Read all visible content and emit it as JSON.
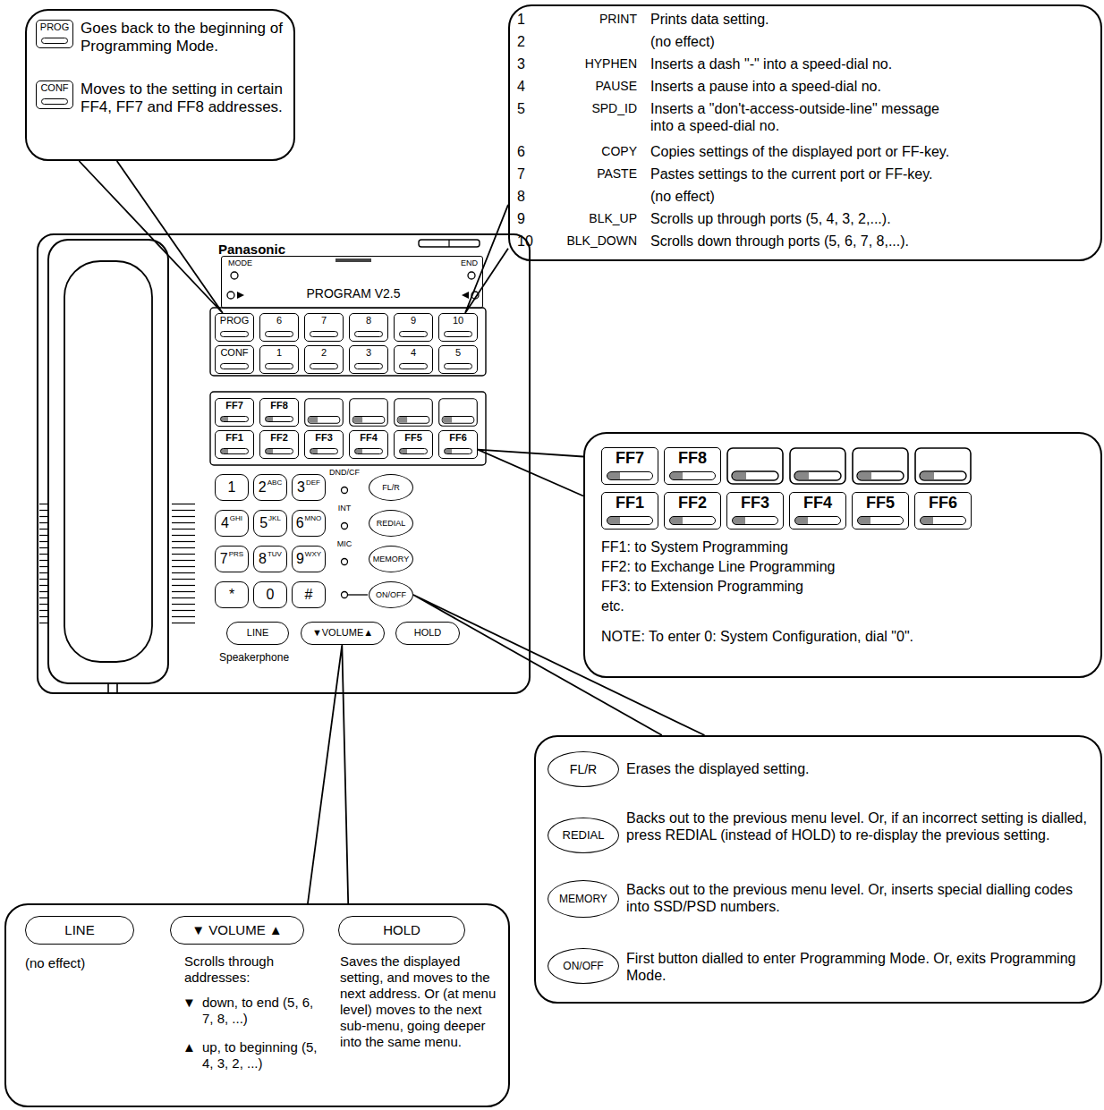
{
  "diagram": {
    "nodes": [
      {
        "text": [
          "Goes back to the beginning of Programming Mode.",
          "Moves to the setting in certain FF4, FF7 and FF8 addresses."
        ]
      },
      {
        "text": [
          "PROG"
        ],
        "in": 0
      },
      {
        "text": [
          "CONF"
        ],
        "in": 0
      },
      {
        "text": [
          "1",
          "PRINT",
          "Prints data setting.",
          "2",
          "(no effect)",
          "3",
          "HYPHEN",
          "Inserts a dash \"-\" into a speed-dial no.",
          "4",
          "PAUSE",
          "Inserts a pause into a speed-dial no.",
          "5",
          "SPD_ID",
          "Inserts a \"don't-access-outside-line\" message into a speed-dial no.",
          "6",
          "COPY",
          "Copies settings of the displayed port or FF-key.",
          "7",
          "PASTE",
          "Pastes settings to the current port or FF-key.",
          "8",
          "(no effect)",
          "9",
          "BLK_UP",
          "Scrolls up through ports (5, 4, 3, 2,...).",
          "10",
          "BLK_DOWN",
          "Scrolls down through ports (5, 6, 7, 8,...)."
        ]
      },
      {
        "text": [
          "Panasonic",
          "DND/CF",
          "INT",
          "MIC",
          "Speakerphone"
        ]
      },
      {
        "text": [
          "MODE",
          "END",
          "PROGRAM V2.5"
        ],
        "in": 4
      },
      {
        "text": [
          "PROG"
        ],
        "in": 4
      },
      {
        "text": [
          "6"
        ],
        "in": 4
      },
      {
        "text": [
          "7"
        ],
        "in": 4
      },
      {
        "text": [
          "8"
        ],
        "in": 4
      },
      {
        "text": [
          "9"
        ],
        "in": 4
      },
      {
        "text": [
          "10"
        ],
        "in": 4
      },
      {
        "text": [
          "CONF"
        ],
        "in": 4
      },
      {
        "text": [
          "1"
        ],
        "in": 4
      },
      {
        "text": [
          "2"
        ],
        "in": 4
      },
      {
        "text": [
          "3"
        ],
        "in": 4
      },
      {
        "text": [
          "4"
        ],
        "in": 4
      },
      {
        "text": [
          "5"
        ],
        "in": 4
      },
      {
        "text": [
          "FF7"
        ],
        "in": 4
      },
      {
        "text": [
          "FF8"
        ],
        "in": 4
      },
      {
        "text": [
          "FF1"
        ],
        "in": 4
      },
      {
        "text": [
          "FF2"
        ],
        "in": 4
      },
      {
        "text": [
          "FF3"
        ],
        "in": 4
      },
      {
        "text": [
          "FF4"
        ],
        "in": 4
      },
      {
        "text": [
          "FF5"
        ],
        "in": 4
      },
      {
        "text": [
          "FF6"
        ],
        "in": 4
      },
      {
        "text": [
          "1"
        ],
        "in": 4
      },
      {
        "text": [
          "2",
          "ABC"
        ],
        "in": 4
      },
      {
        "text": [
          "3",
          "DEF"
        ],
        "in": 4
      },
      {
        "text": [
          "FL/R"
        ],
        "in": 4
      },
      {
        "text": [
          "4",
          "GHI"
        ],
        "in": 4
      },
      {
        "text": [
          "5",
          "JKL"
        ],
        "in": 4
      },
      {
        "text": [
          "6",
          "MNO"
        ],
        "in": 4
      },
      {
        "text": [
          "REDIAL"
        ],
        "in": 4
      },
      {
        "text": [
          "7",
          "PRS"
        ],
        "in": 4
      },
      {
        "text": [
          "8",
          "TUV"
        ],
        "in": 4
      },
      {
        "text": [
          "9",
          "WXY"
        ],
        "in": 4
      },
      {
        "text": [
          "MEMORY"
        ],
        "in": 4
      },
      {
        "text": [
          "*"
        ],
        "in": 4
      },
      {
        "text": [
          "0"
        ],
        "in": 4
      },
      {
        "text": [
          "#"
        ],
        "in": 4
      },
      {
        "text": [
          "ON/OFF"
        ],
        "in": 4
      },
      {
        "text": [
          "LINE"
        ],
        "in": 4
      },
      {
        "text": [
          "▼VOLUME▲"
        ],
        "in": 4
      },
      {
        "text": [
          "HOLD"
        ],
        "in": 4
      },
      {
        "text": [
          "FF1: to System Programming",
          "FF2: to Exchange Line Programming",
          "FF3: to Extension Programming",
          "etc.",
          "NOTE: To enter 0: System Configuration, dial \"0\"."
        ]
      },
      {
        "text": [
          "FF7"
        ],
        "in": 45
      },
      {
        "text": [
          "FF8"
        ],
        "in": 45
      },
      {
        "text": [
          "FF1"
        ],
        "in": 45
      },
      {
        "text": [
          "FF2"
        ],
        "in": 45
      },
      {
        "text": [
          "FF3"
        ],
        "in": 45
      },
      {
        "text": [
          "FF4"
        ],
        "in": 45
      },
      {
        "text": [
          "FF5"
        ],
        "in": 45
      },
      {
        "text": [
          "FF6"
        ],
        "in": 45
      },
      {
        "text": [
          "(no effect)",
          "Scrolls through addresses:",
          "▼",
          "down, to end (5, 6, 7, 8, ...)",
          "▲",
          "up, to beginning (5, 4, 3, 2, ...)",
          "Saves the displayed setting, and moves to the next address. Or (at menu level) moves to the next sub-menu, going deeper into the same menu."
        ]
      },
      {
        "text": [
          "LINE"
        ],
        "in": 54
      },
      {
        "text": [
          "▼ VOLUME ▲"
        ],
        "in": 54
      },
      {
        "text": [
          "HOLD"
        ],
        "in": 54
      },
      {
        "text": [
          "Erases the displayed setting.",
          "Backs out to the previous menu level. Or, if an incorrect setting is dialled, press REDIAL (instead of HOLD) to re-display the previous setting.",
          "Backs out to the previous menu level. Or, inserts special dialling codes into SSD/PSD numbers.",
          "First button dialled to enter Programming Mode. Or, exits Programming Mode."
        ]
      },
      {
        "text": [
          "FL/R"
        ],
        "in": 58
      },
      {
        "text": [
          "REDIAL"
        ],
        "in": 58
      },
      {
        "text": [
          "MEMORY"
        ],
        "in": 58
      },
      {
        "text": [
          "ON/OFF"
        ],
        "in": 58
      }
    ],
    "edges": [
      {
        "from": 0,
        "to": 6,
        "arrow": "none"
      },
      {
        "from": 3,
        "to": 11,
        "arrow": "none"
      },
      {
        "from": 45,
        "to": 25,
        "arrow": "none"
      },
      {
        "from": 54,
        "to": 43,
        "arrow": "none"
      },
      {
        "from": 58,
        "to": 41,
        "arrow": "none"
      }
    ]
  }
}
